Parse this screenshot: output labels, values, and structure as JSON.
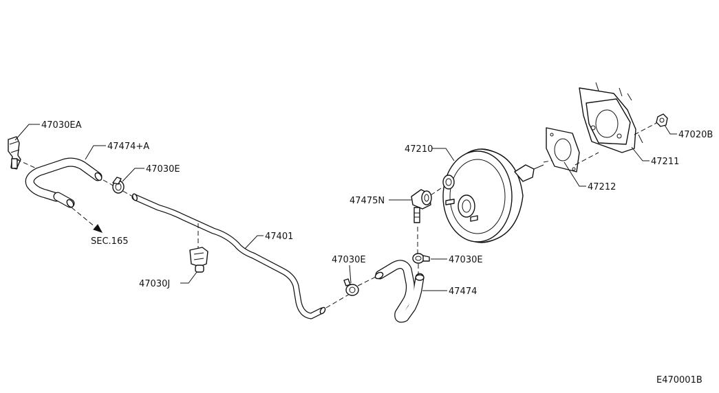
{
  "labels": {
    "p47030EA": "47030EA",
    "p47474A": "47474+A",
    "p47030E_top": "47030E",
    "sec165": "SEC.165",
    "p47030J": "47030J",
    "p47401": "47401",
    "p47030E_mid": "47030E",
    "p47475N": "47475N",
    "p47210": "47210",
    "p47030E_right": "47030E",
    "p47474": "47474",
    "p47212": "47212",
    "p47211": "47211",
    "p47020B": "47020B",
    "code": "E470001B"
  }
}
